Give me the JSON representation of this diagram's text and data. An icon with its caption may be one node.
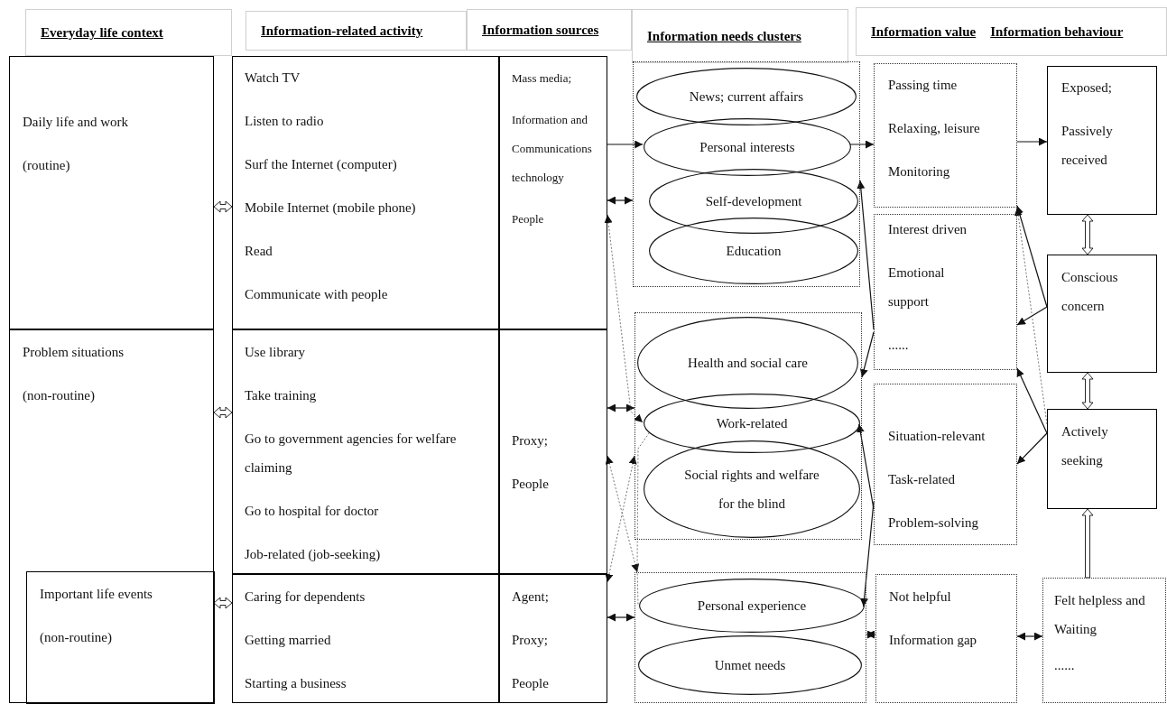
{
  "diagram": {
    "nodes": [
      {
        "text": [
          "Everyday life context"
        ]
      },
      {
        "text": [
          "Information-related activity"
        ]
      },
      {
        "text": [
          "Information sources"
        ]
      },
      {
        "text": [
          "Information needs clusters"
        ]
      },
      {
        "text": [
          "Information value",
          "Information behaviour"
        ]
      },
      {
        "text": [
          "Daily life and work",
          "(routine)"
        ]
      },
      {
        "text": [
          "Problem situations",
          "(non-routine)"
        ]
      },
      {
        "text": [
          "Important life events",
          "(non-routine)"
        ],
        "in": 6
      },
      {
        "text": [
          "Watch TV",
          "Listen to radio",
          "Surf the Internet (computer)",
          "Mobile Internet (mobile phone)",
          "Read",
          "Communicate with people"
        ]
      },
      {
        "text": [
          "Mass media;",
          "Information and Communications technology",
          "People"
        ]
      },
      {
        "text": [
          "Use library",
          "Take training",
          "Go to government agencies for welfare claiming",
          "Go to hospital for doctor",
          "Job-related (job-seeking)"
        ]
      },
      {
        "text": [
          "Proxy;",
          "People"
        ]
      },
      {
        "text": [
          "Caring for dependents",
          "Getting married",
          "Starting a business"
        ]
      },
      {
        "text": [
          "Agent;",
          "Proxy;",
          "People"
        ]
      },
      {
        "text": [],
        "shape": "box"
      },
      {
        "text": [
          "News; current affairs"
        ],
        "in": 14
      },
      {
        "text": [
          "Personal interests"
        ],
        "in": 14
      },
      {
        "text": [
          "Self-development"
        ],
        "in": 14
      },
      {
        "text": [
          "Education"
        ],
        "in": 14
      },
      {
        "text": [],
        "shape": "box"
      },
      {
        "text": [
          "Health and social care"
        ],
        "in": 19
      },
      {
        "text": [
          "Work-related"
        ],
        "in": 19
      },
      {
        "text": [
          "Social rights and welfare for the blind"
        ],
        "in": 19
      },
      {
        "text": [],
        "shape": "box"
      },
      {
        "text": [
          "Personal experience"
        ],
        "in": 23
      },
      {
        "text": [
          "Unmet needs"
        ],
        "in": 23
      },
      {
        "text": [
          "Passing time",
          "Relaxing, leisure",
          "Monitoring"
        ]
      },
      {
        "text": [
          "Interest driven",
          "Emotional support",
          "......"
        ]
      },
      {
        "text": [
          "Situation-relevant",
          "Task-related",
          "Problem-solving"
        ]
      },
      {
        "text": [
          "Not helpful",
          "Information gap"
        ]
      },
      {
        "text": [
          "Exposed;",
          "Passively received"
        ]
      },
      {
        "text": [
          "Conscious concern"
        ]
      },
      {
        "text": [
          "Actively seeking"
        ]
      },
      {
        "text": [
          "Felt helpless and Waiting",
          "......"
        ]
      }
    ],
    "edges": [
      {
        "from": 5,
        "to": 8,
        "arrow": "both",
        "style": "thick"
      },
      {
        "from": 6,
        "to": 10,
        "arrow": "both",
        "style": "thick"
      },
      {
        "from": 7,
        "to": 12,
        "arrow": "both",
        "style": "thick"
      },
      {
        "from": 9,
        "to": 16,
        "arrow": "to"
      },
      {
        "from": 9,
        "to": 14,
        "arrow": "both"
      },
      {
        "from": 16,
        "to": 26,
        "arrow": "to"
      },
      {
        "from": 26,
        "to": 30,
        "arrow": "to"
      },
      {
        "from": 30,
        "to": 31,
        "arrow": "both",
        "style": "thick"
      },
      {
        "from": 31,
        "to": 32,
        "arrow": "both",
        "style": "thick"
      },
      {
        "from": 33,
        "to": 32,
        "arrow": "to",
        "style": "thick"
      },
      {
        "from": 11,
        "to": 19,
        "arrow": "both"
      },
      {
        "from": 13,
        "to": 23,
        "arrow": "both"
      },
      {
        "from": 23,
        "to": 29,
        "arrow": "both",
        "style": "dashed"
      },
      {
        "from": 29,
        "to": 33,
        "arrow": "both"
      },
      {
        "from": 9,
        "to": 21,
        "arrow": "both",
        "style": "dashed"
      },
      {
        "from": 11,
        "to": 23,
        "arrow": "both",
        "style": "dashed"
      },
      {
        "from": 19,
        "to": 13,
        "arrow": "both",
        "style": "dashed"
      },
      {
        "from": 21,
        "to": 24,
        "arrow": "none",
        "style": "dashed"
      },
      {
        "from": 28,
        "to": 24,
        "arrow": "to"
      },
      {
        "from": 28,
        "to": 21,
        "arrow": "to"
      },
      {
        "from": 27,
        "to": 14,
        "arrow": "to"
      },
      {
        "from": 27,
        "to": 19,
        "arrow": "to"
      },
      {
        "from": 31,
        "to": 26,
        "arrow": "to"
      },
      {
        "from": 31,
        "to": 27,
        "arrow": "to"
      },
      {
        "from": 32,
        "to": 26,
        "arrow": "to",
        "style": "dashed"
      },
      {
        "from": 32,
        "to": 27,
        "arrow": "to"
      },
      {
        "from": 32,
        "to": 28,
        "arrow": "to"
      }
    ]
  }
}
